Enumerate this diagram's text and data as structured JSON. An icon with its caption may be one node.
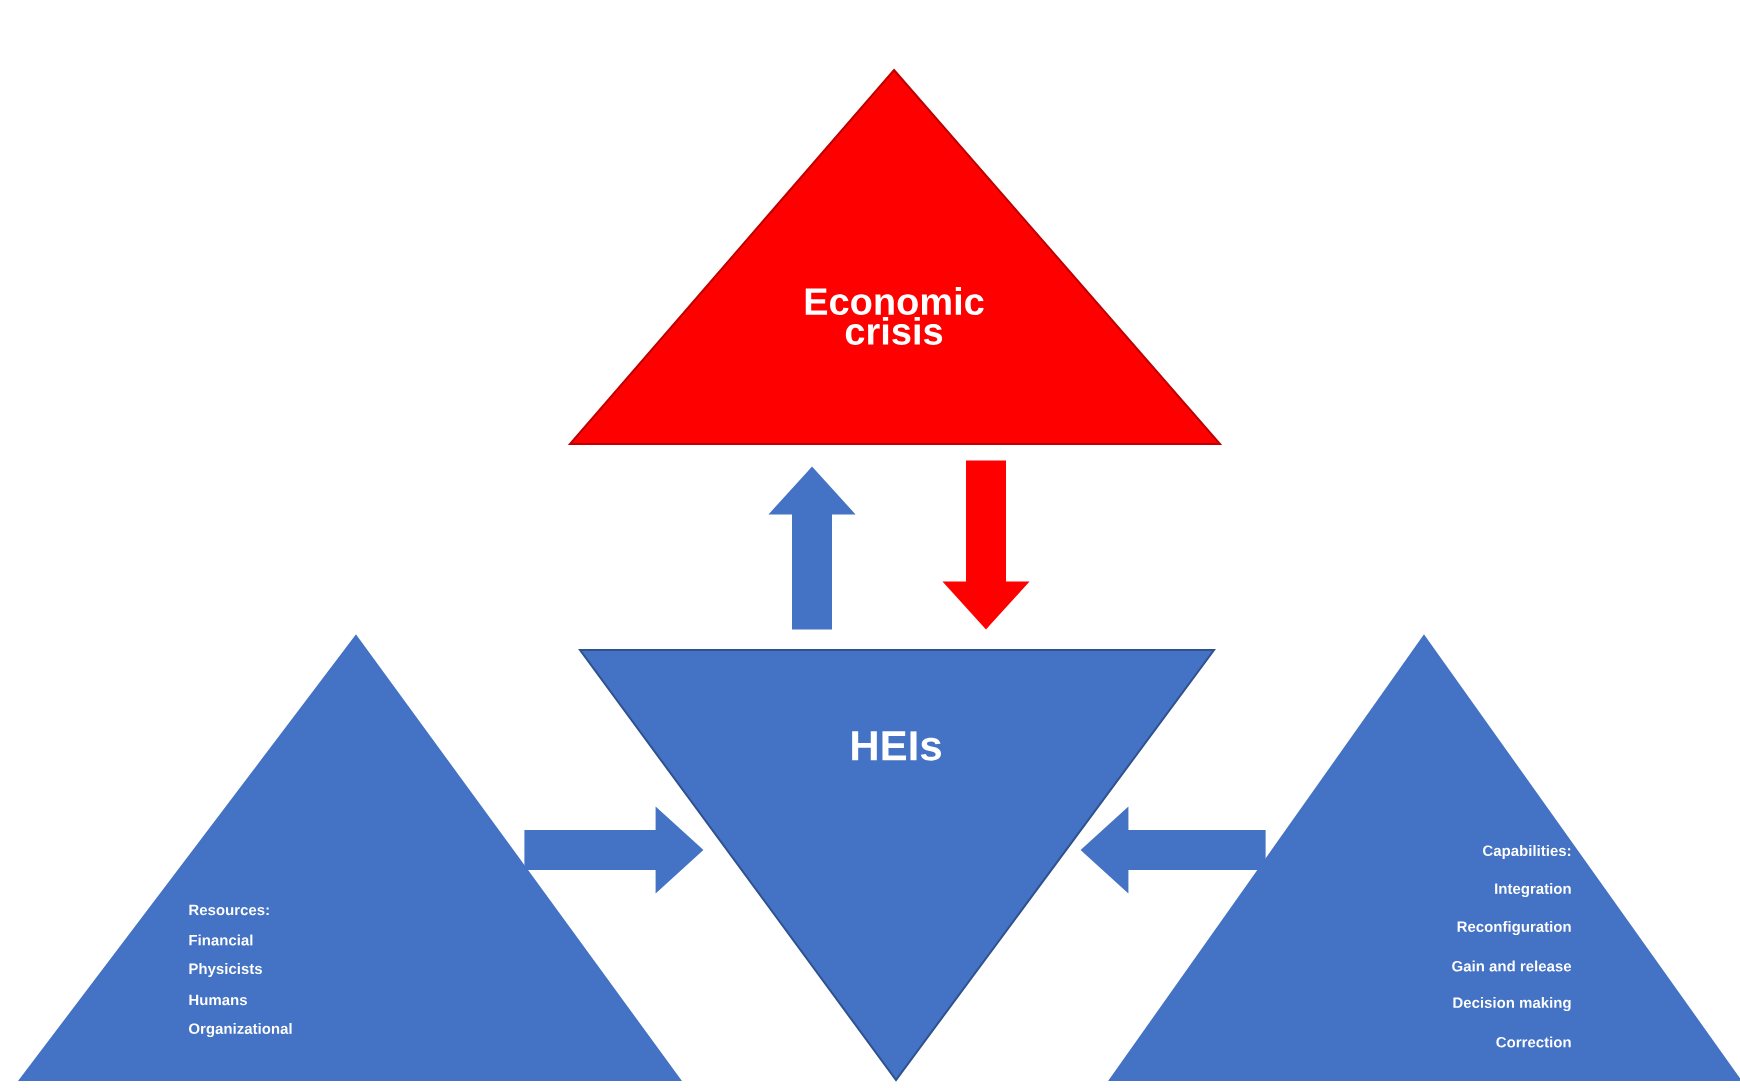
{
  "diagram": {
    "nodes": [
      {
        "text": [
          "Economic crisis"
        ]
      },
      {
        "text": [
          "HEIs"
        ]
      },
      {
        "text": [
          "Resources:",
          "Financial",
          "Physicists",
          "Humans",
          "Organizational"
        ]
      },
      {
        "text": [
          "Capabilities:",
          "Integration",
          "Reconfiguration",
          "Gain and release",
          "Decision making",
          "Correction"
        ]
      }
    ],
    "edges": [
      {
        "from": 1,
        "to": 0,
        "arrow": "to"
      },
      {
        "from": 0,
        "to": 1,
        "arrow": "to",
        "color": "#ff0000"
      },
      {
        "from": 2,
        "to": 1,
        "arrow": "to"
      },
      {
        "from": 3,
        "to": 1,
        "arrow": "to"
      }
    ]
  }
}
